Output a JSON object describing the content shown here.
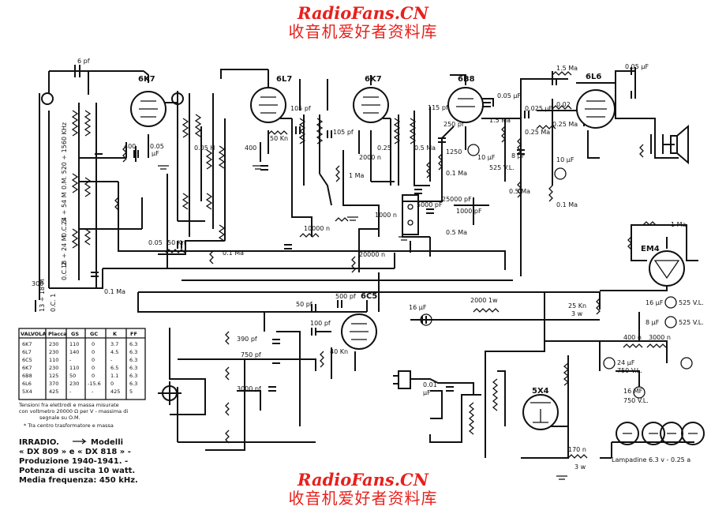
{
  "watermark": {
    "site": "RadioFans.CN",
    "chinese": "收音机爱好者资料库"
  },
  "tubes": [
    {
      "id": "t1",
      "label": "6K7"
    },
    {
      "id": "t2",
      "label": "6L7"
    },
    {
      "id": "t3",
      "label": "6K7"
    },
    {
      "id": "t4",
      "label": "6B8"
    },
    {
      "id": "t5",
      "label": "6L6"
    },
    {
      "id": "t6",
      "label": "6C5"
    },
    {
      "id": "t7",
      "label": "EM4"
    },
    {
      "id": "t8",
      "label": "5X4"
    }
  ],
  "labels": {
    "c_6pf": "6 pf",
    "r_400": "400",
    "c_005": "0.05",
    "mu_f": "μF",
    "c_005h": "0.05 H",
    "r_50kn": "50 Kn",
    "r_400b": "400",
    "c_105pf": "105 pf",
    "c_105pf2": "105 pf",
    "r_2000n": "2000 n",
    "c_025": "0.25",
    "c_115pf": "115 pf",
    "c_250pf": "250 pf",
    "r_05ma": "0.5 Ma",
    "r_1250": "1250",
    "c_10uf": "10 μF",
    "r_01ma": "0.1 Ma",
    "c_005b": "0.05 μF",
    "c_025uf": "0.025 μF",
    "c_002": "0.02",
    "r_15ma": "1.5 Ma",
    "r_025ma": "0.25 Ma",
    "r_025mb": "0.25 Ma",
    "c_8uf": "8 μF",
    "v_525": "525 V.L.",
    "c_10uf2": "10 μF",
    "c_005pf": "0.05 μF",
    "r_15mb": "1.5 Ma",
    "r_1ma": "1 Ma",
    "r_05mc": "0.5 Ma",
    "r_01mb": "0.1 Ma",
    "c_25000": "25000 pF",
    "c_1000": "1000 pF",
    "c_5000": "5000 pF",
    "r_05md": "0.5 Ma",
    "r_1000n": "1000 n",
    "r_10000n": "10000 n",
    "r_20000n": "20000 n",
    "r_50kn2": "50 Kn",
    "c_005c": "0.05",
    "r_01mc": "0.1 Ma",
    "r_01md": "0.1 Ma",
    "r_300": "300",
    "c_50pf": "50 pf",
    "c_500pf": "500 pf",
    "c_100pf": "100 pf",
    "c_390pf": "390 pf",
    "c_750pf": "750 pf",
    "c_3000pf": "3000 pf",
    "r_40kn": "40 Kn",
    "c_16uf": "16 μF",
    "r_2000w": "2000 1w",
    "r_25kn": "25 Kn",
    "r_3w": "3 w",
    "c_16uf2": "16 μF",
    "v_525b": "525 V.L.",
    "c_8uf2": "8 μF",
    "v_525c": "525 V.L.",
    "r_400n": "400 n",
    "r_3000n": "3000 n",
    "c_24uf": "24 μF",
    "v_750": "750 V.L.",
    "c_16mf": "16 MF",
    "v_750b": "750 V.L.",
    "r_170n": "170 n",
    "r_3w2": "3 w",
    "c_001": "0.01",
    "mu_f2": "μF",
    "lamps": "Lampadine 6.3 v - 0.25 a",
    "band1": "0.M. 520 ÷ 1560 KHz",
    "band2": "24 ÷ 54 M",
    "band3": "0.C. 3",
    "band4": "18 ÷ 24 M",
    "band5": "0.C. 2",
    "band6": "13 ÷ 18 M",
    "band7": "0.C. 1",
    "r_1m_em4": "1 Ma"
  },
  "table": {
    "headers": [
      "VALVOLA",
      "Placca",
      "GS",
      "GC",
      "K",
      "FF"
    ],
    "rows": [
      [
        "6K7",
        "230",
        "110",
        "0",
        "3.7",
        "6.3"
      ],
      [
        "6L7",
        "230",
        "140",
        "0",
        "4.5",
        "6.3"
      ],
      [
        "6C5",
        "110",
        "-",
        "0",
        "-",
        "6.3"
      ],
      [
        "6K7",
        "230",
        "110",
        "0",
        "6.5",
        "6.3"
      ],
      [
        "6B8",
        "125",
        "50",
        "0",
        "1.1",
        "6.3"
      ],
      [
        "6L6",
        "370",
        "230",
        "-15.6",
        "0",
        "6.3"
      ],
      [
        "5X4",
        "425",
        "-",
        "-",
        "425",
        "5"
      ]
    ],
    "notes": [
      "Tensioni fra elettrodi e massa misurate",
      "con voltmetro 20000 Ω per V - massima di",
      "segnale su O.M.",
      "* Tra centro trasformatore e massa"
    ]
  },
  "caption": {
    "line1_brand": "IRRADIO.",
    "line1_rest": "Modelli",
    "line2": "« DX 809 » e « DX 818 » -",
    "line3": "Produzione  1940-1941. -",
    "line4": "Potenza di uscita 10 watt.",
    "line5": "Media frequenza: 450 kHz."
  }
}
